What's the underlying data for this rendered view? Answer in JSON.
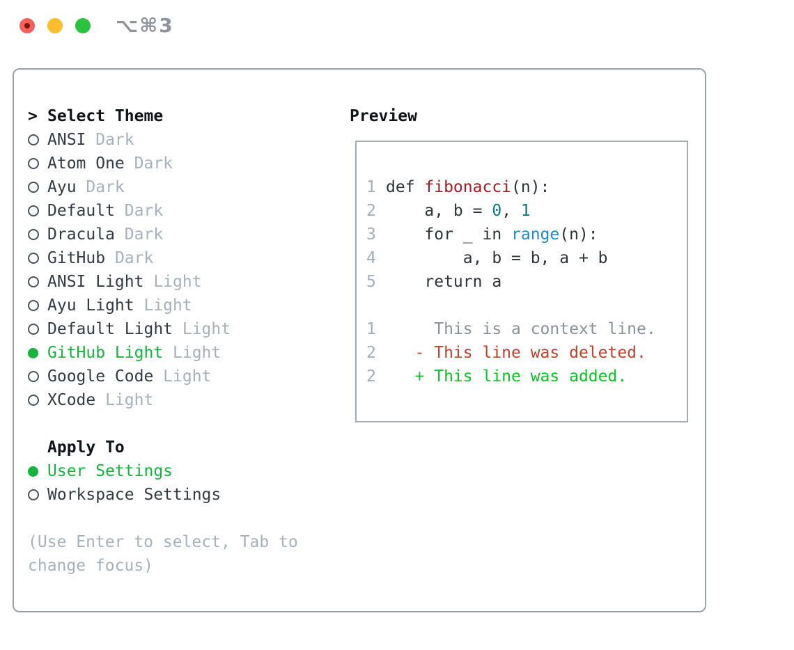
{
  "window": {
    "title": "⌥⌘3",
    "traffic_lights": [
      {
        "name": "close-button",
        "color": "#f4615a",
        "inner_dot": "#7e1410"
      },
      {
        "name": "minimize-button",
        "color": "#fdbd2f"
      },
      {
        "name": "zoom-button",
        "color": "#2bc23f"
      }
    ]
  },
  "theme_list": {
    "prompt_icon": ">",
    "header": "Select Theme",
    "items": [
      {
        "name": "ANSI",
        "variant": "Dark",
        "selected": false
      },
      {
        "name": "Atom One",
        "variant": "Dark",
        "selected": false
      },
      {
        "name": "Ayu",
        "variant": "Dark",
        "selected": false
      },
      {
        "name": "Default",
        "variant": "Dark",
        "selected": false
      },
      {
        "name": "Dracula",
        "variant": "Dark",
        "selected": false
      },
      {
        "name": "GitHub",
        "variant": "Dark",
        "selected": false
      },
      {
        "name": "ANSI Light",
        "variant": "Light",
        "selected": false
      },
      {
        "name": "Ayu Light",
        "variant": "Light",
        "selected": false
      },
      {
        "name": "Default Light",
        "variant": "Light",
        "selected": false
      },
      {
        "name": "GitHub Light",
        "variant": "Light",
        "selected": true
      },
      {
        "name": "Google Code",
        "variant": "Light",
        "selected": false
      },
      {
        "name": "XCode",
        "variant": "Light",
        "selected": false
      }
    ]
  },
  "apply_to": {
    "header": "Apply To",
    "items": [
      {
        "name": "User Settings",
        "selected": true
      },
      {
        "name": "Workspace Settings",
        "selected": false
      }
    ]
  },
  "hint": "(Use Enter to select, Tab to change focus)",
  "preview": {
    "header": "Preview",
    "lines": [
      {
        "num": "1",
        "segments": [
          {
            "t": "def ",
            "c": "code"
          },
          {
            "t": "fibonacci",
            "c": "func"
          },
          {
            "t": "(n):",
            "c": "code"
          }
        ]
      },
      {
        "num": "2",
        "segments": [
          {
            "t": "    a, b = ",
            "c": "code"
          },
          {
            "t": "0",
            "c": "num"
          },
          {
            "t": ", ",
            "c": "code"
          },
          {
            "t": "1",
            "c": "num"
          }
        ]
      },
      {
        "num": "3",
        "segments": [
          {
            "t": "    for _ in ",
            "c": "code"
          },
          {
            "t": "range",
            "c": "builtin"
          },
          {
            "t": "(n):",
            "c": "code"
          }
        ]
      },
      {
        "num": "4",
        "segments": [
          {
            "t": "        a, b = b, a + b",
            "c": "code"
          }
        ]
      },
      {
        "num": "5",
        "segments": [
          {
            "t": "    return a",
            "c": "code"
          }
        ]
      },
      {
        "num": "",
        "segments": []
      },
      {
        "num": "1",
        "segments": [
          {
            "t": "     This is a context line.",
            "c": "context"
          }
        ]
      },
      {
        "num": "2",
        "segments": [
          {
            "t": "   - This line was deleted.",
            "c": "deleted"
          }
        ]
      },
      {
        "num": "2",
        "segments": [
          {
            "t": "   + This line was added.",
            "c": "added"
          }
        ]
      }
    ]
  },
  "colors": {
    "selection_green": "#16b43c",
    "added_green": "#0bc426",
    "deleted_red": "#c6402e",
    "function_red": "#a51c24",
    "builtin_blue": "#1b8bcd",
    "number_teal": "#0d767e",
    "traffic_red": "#f4615a",
    "traffic_red_dot": "#7e1410",
    "traffic_yellow": "#fdbd2f",
    "traffic_green": "#2bc23f"
  }
}
